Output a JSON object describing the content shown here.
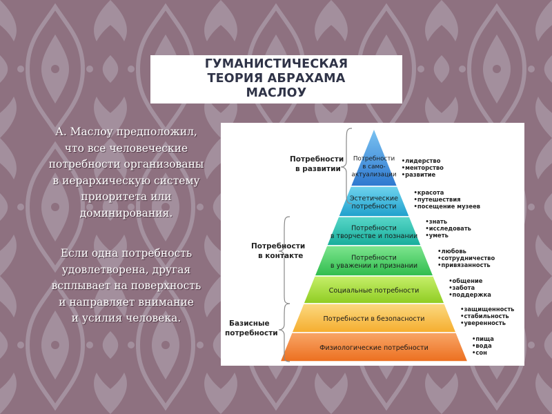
{
  "title": {
    "lines": [
      "ГУМАНИСТИЧЕСКАЯ",
      "ТЕОРИЯ АБРАХАМА",
      "МАСЛОУ"
    ]
  },
  "body_text": {
    "paragraph1": [
      "А. Маслоу предположил,",
      "что все человеческие",
      "потребности организованы",
      "в иерархическую систему",
      "приоритета или",
      "доминирования."
    ],
    "paragraph2": [
      "Если одна потребность",
      "удовлетворена, другая",
      "всплывает на поверхность",
      "и направляет внимание",
      "и усилия человека."
    ]
  },
  "pyramid": {
    "levels": [
      {
        "label_lines": [
          "Потребности",
          "в само-",
          "актуализации"
        ],
        "examples": [
          "•лидерство",
          "•менторство",
          "•развитие"
        ],
        "color": "#3a86d6"
      },
      {
        "label_lines": [
          "Эстетические",
          "потребности"
        ],
        "examples": [
          "•красота",
          "•путешествия",
          "•посещение музеев"
        ],
        "color": "#23a9cf"
      },
      {
        "label_lines": [
          "Потребности",
          "в творчестве и познании"
        ],
        "examples": [
          "•знать",
          "•исследовать",
          "•уметь"
        ],
        "color": "#1fb6a7"
      },
      {
        "label_lines": [
          "Потребности",
          "в уважении и признании"
        ],
        "examples": [
          "•любовь",
          "•сотрудничество",
          "•привязанность"
        ],
        "color": "#3ec45a"
      },
      {
        "label_lines": [
          "Социальные потребности"
        ],
        "examples": [
          "•общение",
          "•забота",
          "•поддержка"
        ],
        "color": "#9ad42c"
      },
      {
        "label_lines": [
          "Потребности в безопасности"
        ],
        "examples": [
          "•защищенность",
          "•стабильность",
          "•уверенность"
        ],
        "color": "#f6b73a"
      },
      {
        "label_lines": [
          "Физиологические потребности"
        ],
        "examples": [
          "•пища",
          "•вода",
          "•сон"
        ],
        "color": "#f07b2a"
      }
    ],
    "groups": [
      {
        "label_lines": [
          "Потребности",
          "в развитии"
        ]
      },
      {
        "label_lines": [
          "Потребности",
          "в контакте"
        ]
      },
      {
        "label_lines": [
          "Базисные",
          "потребности"
        ]
      }
    ]
  },
  "colors": {
    "background": "#8e7180",
    "pattern": "#a89aa6",
    "title_text": "#2f3347",
    "body_text": "#ffffff"
  }
}
